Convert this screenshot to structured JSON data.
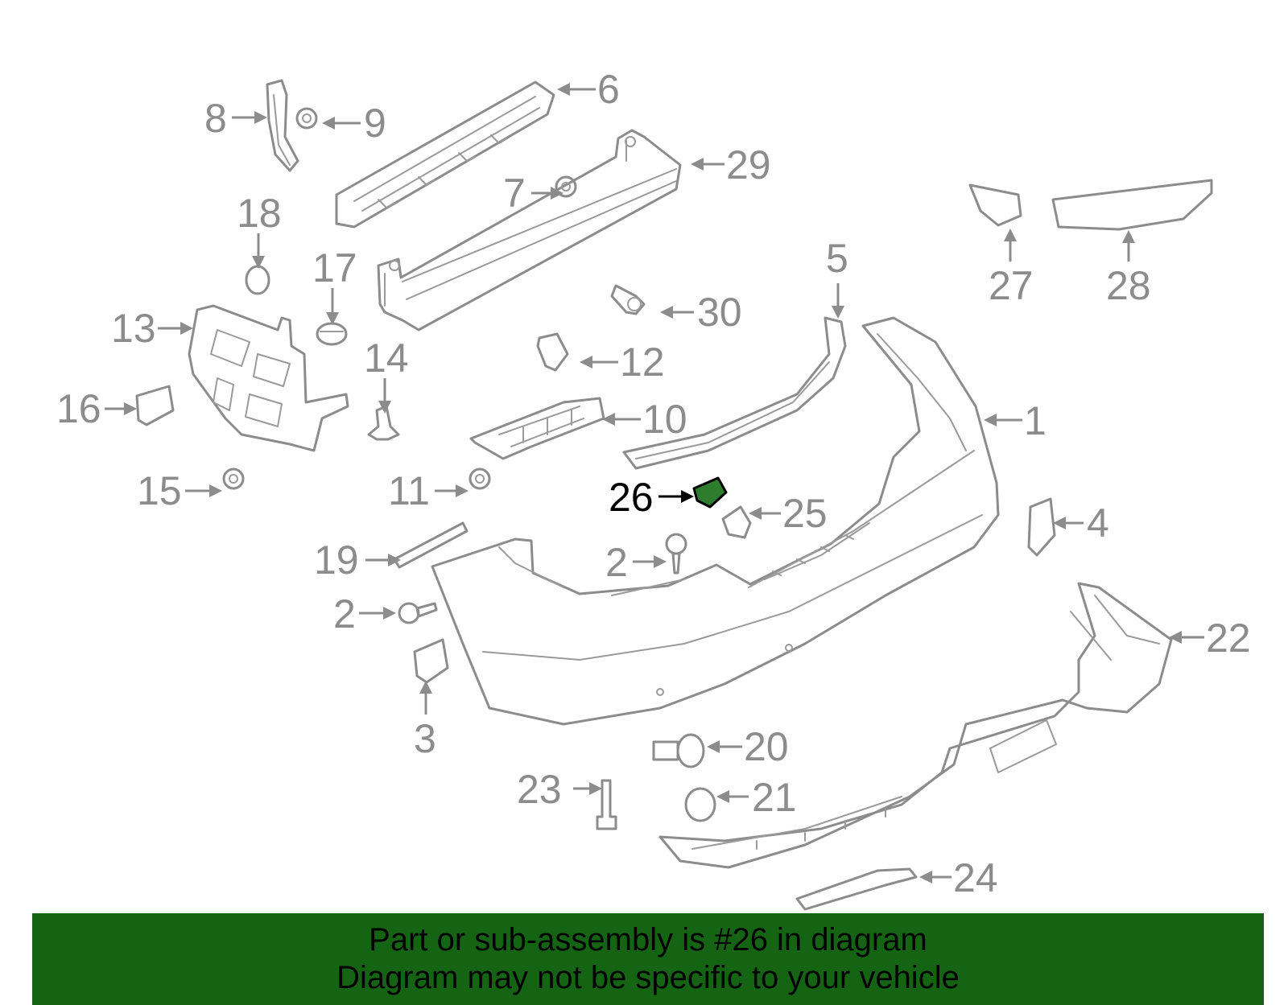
{
  "colors": {
    "part_stroke": "#8c8c8c",
    "highlight_fill": "#2e7d2e",
    "highlight_text": "#000000",
    "banner_bg": "#146414"
  },
  "highlighted_part": "26",
  "callouts": [
    {
      "id": "1",
      "label": "1"
    },
    {
      "id": "2a",
      "label": "2"
    },
    {
      "id": "2b",
      "label": "2"
    },
    {
      "id": "3",
      "label": "3"
    },
    {
      "id": "4",
      "label": "4"
    },
    {
      "id": "5",
      "label": "5"
    },
    {
      "id": "6",
      "label": "6"
    },
    {
      "id": "7",
      "label": "7"
    },
    {
      "id": "8",
      "label": "8"
    },
    {
      "id": "9",
      "label": "9"
    },
    {
      "id": "10",
      "label": "10"
    },
    {
      "id": "11",
      "label": "11"
    },
    {
      "id": "12",
      "label": "12"
    },
    {
      "id": "13",
      "label": "13"
    },
    {
      "id": "14",
      "label": "14"
    },
    {
      "id": "15",
      "label": "15"
    },
    {
      "id": "16",
      "label": "16"
    },
    {
      "id": "17",
      "label": "17"
    },
    {
      "id": "18",
      "label": "18"
    },
    {
      "id": "19",
      "label": "19"
    },
    {
      "id": "20",
      "label": "20"
    },
    {
      "id": "21",
      "label": "21"
    },
    {
      "id": "22",
      "label": "22"
    },
    {
      "id": "23",
      "label": "23"
    },
    {
      "id": "24",
      "label": "24"
    },
    {
      "id": "25",
      "label": "25"
    },
    {
      "id": "26",
      "label": "26"
    },
    {
      "id": "27",
      "label": "27"
    },
    {
      "id": "28",
      "label": "28"
    },
    {
      "id": "29",
      "label": "29"
    },
    {
      "id": "30",
      "label": "30"
    }
  ],
  "banner": {
    "line1": "Part or sub-assembly is #26 in diagram",
    "line2": "Diagram may not be specific to your vehicle"
  }
}
